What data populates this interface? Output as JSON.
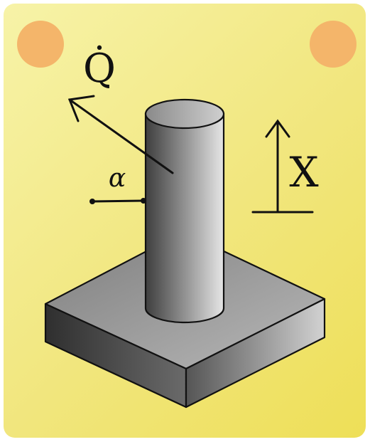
{
  "card": {
    "background": "#f1e67d",
    "dot_color": "#f4b56a"
  },
  "labels": {
    "heat_flow": "Q̇",
    "angle": "α",
    "height": "X"
  },
  "icons": {
    "heat_flow_arrow": "arrow-up-left-icon",
    "height_arrow": "arrow-up-icon"
  }
}
